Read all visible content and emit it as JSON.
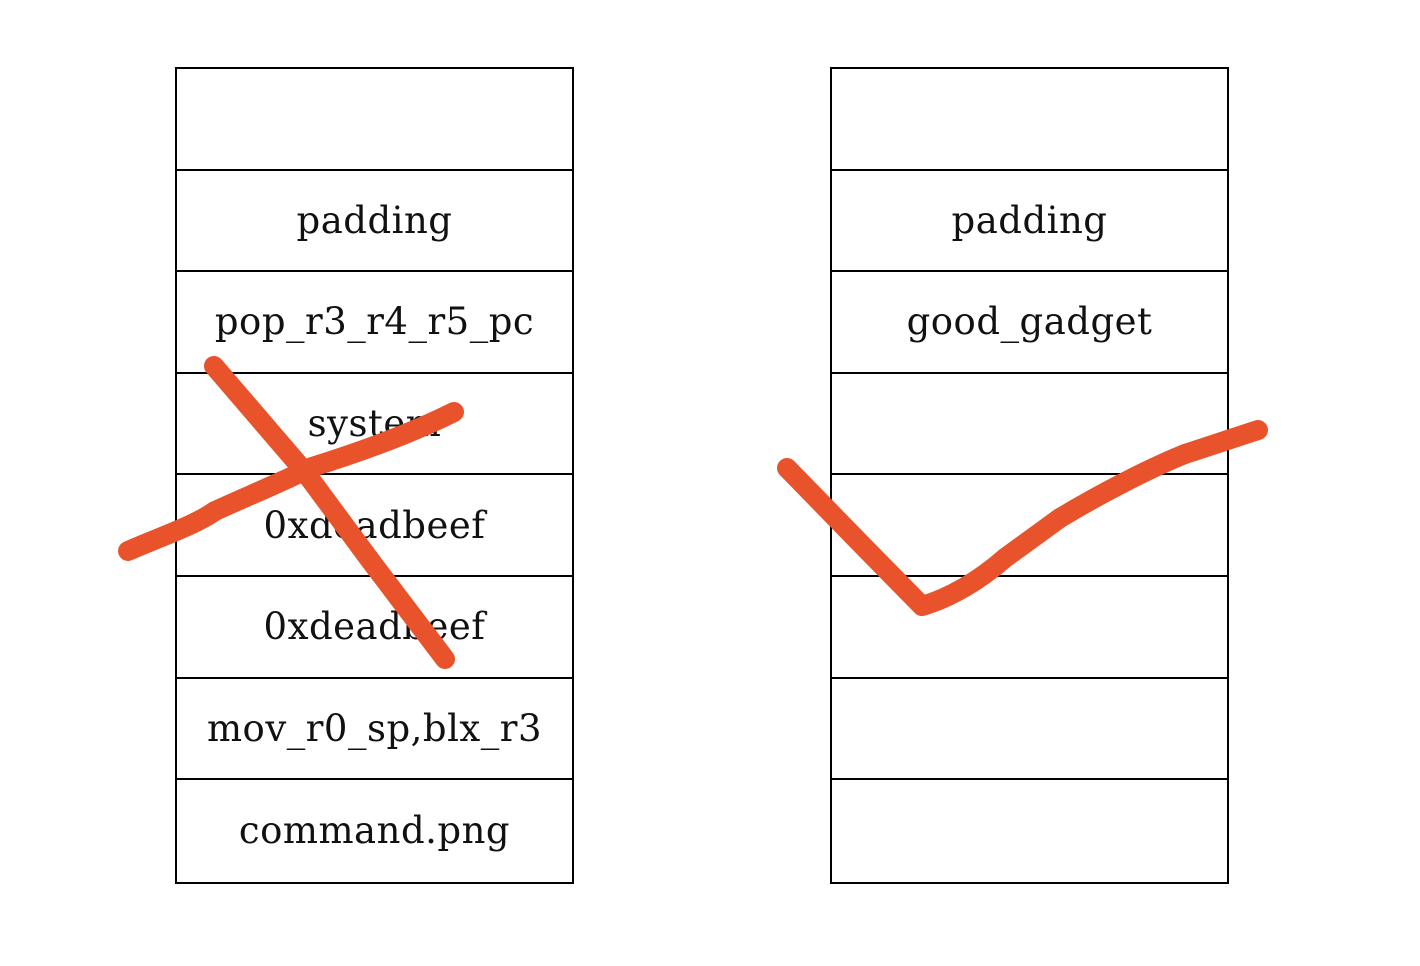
{
  "left_stack": {
    "cells": [
      "",
      "padding",
      "pop_r3_r4_r5_pc",
      "system",
      "0xdeadbeef",
      "0xdeadbeef",
      "mov_r0_sp,blx_r3",
      "command.png"
    ]
  },
  "right_stack": {
    "cells": [
      "",
      "padding",
      "good_gadget",
      "",
      "",
      "",
      "",
      ""
    ]
  },
  "marks": {
    "color": "#e8532b",
    "cross": "cross-mark-icon",
    "check": "check-mark-icon"
  }
}
